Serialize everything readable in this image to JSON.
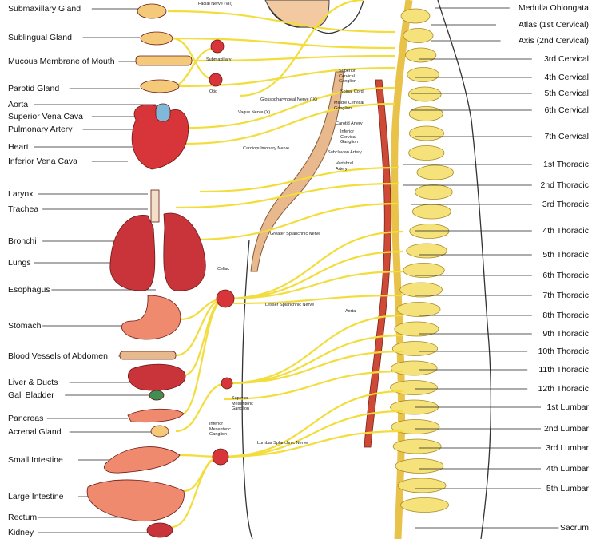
{
  "left_labels": [
    "Submaxillary Gland",
    "Sublingual Gland",
    "Mucous Membrane of Mouth",
    "Parotid Gland",
    "Aorta",
    "Superior Vena Cava",
    "Pulmonary Artery",
    "Heart",
    "Inferior Vena Cava",
    "Larynx",
    "Trachea",
    "Bronchi",
    "Lungs",
    "Esophagus",
    "Stomach",
    "Blood Vessels of Abdomen",
    "Liver & Ducts",
    "Gall Bladder",
    "Pancreas",
    "Acrenal Gland",
    "Small Intestine",
    "Large Intestine",
    "Rectum",
    "Kidney"
  ],
  "right_labels": [
    "Medulla Oblongata",
    "Atlas (1st Cervical)",
    "Axis (2nd Cervical)",
    "3rd Cervical",
    "4th Cervical",
    "5th Cervical",
    "6th Cervical",
    "7th Cervical",
    "1st Thoracic",
    "2nd Thoracic",
    "3rd Thoracic",
    "4th Thoracic",
    "5th Thoracic",
    "6th Thoracic",
    "7th Thoracic",
    "8th Thoracic",
    "9th Thoracic",
    "10th Thoracic",
    "11th Thoracic",
    "12th Thoracic",
    "1st Lumbar",
    "2nd Lumbar",
    "3rd Lumbar",
    "4th Lumbar",
    "5th Lumbar",
    "Sacrum"
  ],
  "inner_labels": {
    "facial_nerve": "Facial Nerve (VII)",
    "submaxillary": "Submaxillary",
    "otic": "Otic",
    "glossopharyngeal": "Glossopharyngeal Nerve (IX)",
    "vagus": "Vagus Nerve (X)",
    "sup_cervical": "Superior Cervical Ganglion",
    "spinal_cord": "Spinal Cord",
    "mid_cervical": "Middle Cervical Ganglion",
    "carotid": "Carotid Artery",
    "inf_cervical": "Inferior Cervical Ganglion",
    "subclavian": "Subclavian Artery",
    "vertebral": "Vertebral Artery",
    "cardiopulmonary": "Cardiopulmonary Nerve",
    "greater_splanchnic": "Greater Splanchnic Nerve",
    "celiac": "Celiac",
    "lesser_splanchnic": "Lesser Splanchnic Nerve",
    "aorta_inner": "Aorta",
    "sup_mesenteric": "Superior Mesenteric Ganglion",
    "inf_mesenteric": "Inferior Mesenteric Ganglion",
    "lumbar_splanchnic": "Lumbar Splanchnic Nerve"
  },
  "colors": {
    "nerve": "#f2dd3c",
    "vertebra": "#f6e27a",
    "organ_red": "#d8353a",
    "artery": "#c8402e",
    "skin": "#f2c9a0",
    "vein": "#5aa3b8"
  }
}
